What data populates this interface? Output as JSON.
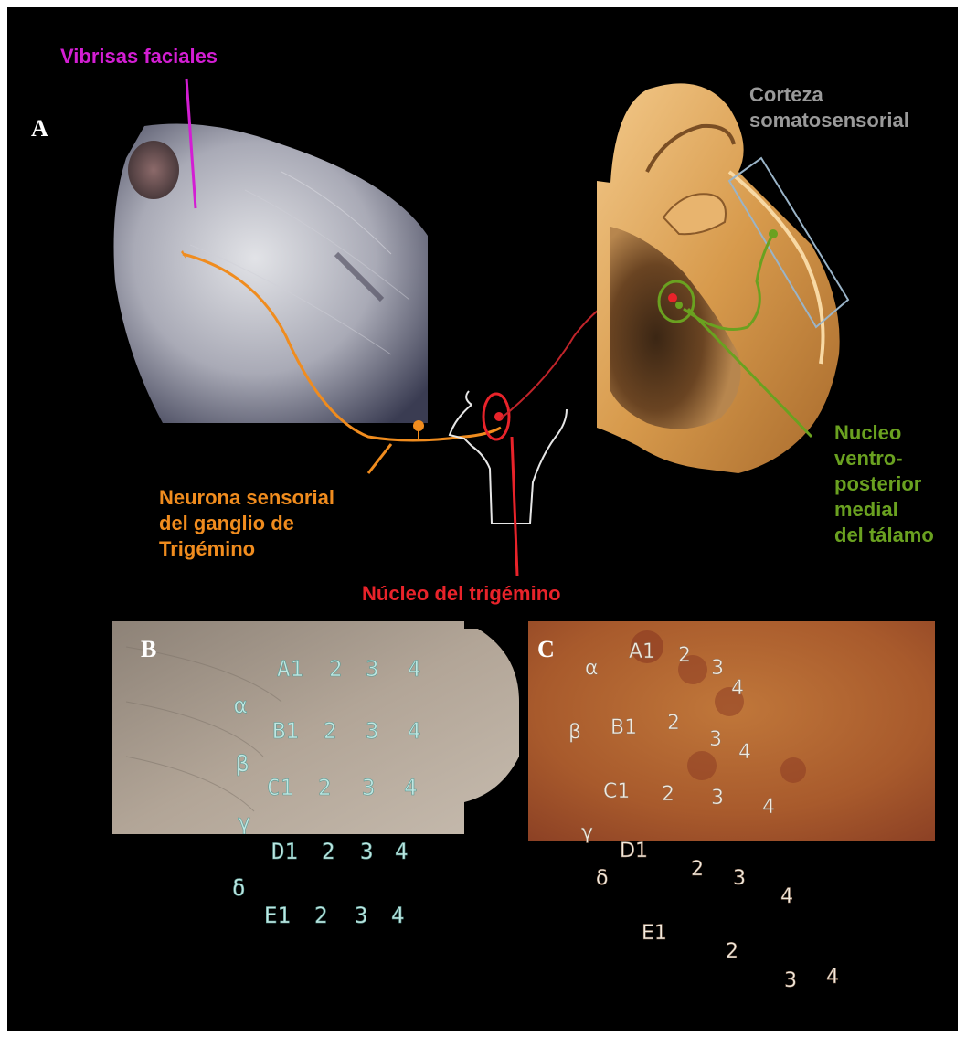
{
  "labels": {
    "vibrisas": "Vibrisas faciales",
    "cortex": "Corteza\nsomatosensorial",
    "neuron": "Neurona sensorial\ndel ganglio de\nTrigémino",
    "nucleus": "Núcleo del trigémino",
    "thalamus": "Nucleo\nventro-\nposterior\nmedial\ndel tálamo"
  },
  "panels": {
    "a": "A",
    "b": "B",
    "c": "C"
  },
  "whisker_map_b": {
    "row_a": [
      "A1",
      "2",
      "3",
      "4"
    ],
    "row_b": [
      "B1",
      "2",
      "3",
      "4"
    ],
    "row_c": [
      "C1",
      "2",
      "3",
      "4"
    ],
    "row_d": [
      "D1",
      "2",
      "3",
      "4"
    ],
    "row_e": [
      "E1",
      "2",
      "3",
      "4"
    ],
    "straddlers": [
      "α",
      "β",
      "γ",
      "δ"
    ]
  },
  "whisker_map_c": {
    "row_a": [
      "A1",
      "2",
      "3",
      "4"
    ],
    "row_b": [
      "B1",
      "2",
      "3",
      "4"
    ],
    "row_c": [
      "C1",
      "2",
      "3",
      "4"
    ],
    "row_d": [
      "D1",
      "2",
      "3",
      "4"
    ],
    "row_e": [
      "E1",
      "2",
      "3",
      "4"
    ],
    "straddlers": [
      "α",
      "β",
      "γ",
      "δ"
    ]
  },
  "colors": {
    "vibrisas": "#d31ed3",
    "cortex": "#9a9a9a",
    "neuron": "#f08c1e",
    "nucleus": "#e8232a",
    "thalamus": "#6aa120"
  }
}
